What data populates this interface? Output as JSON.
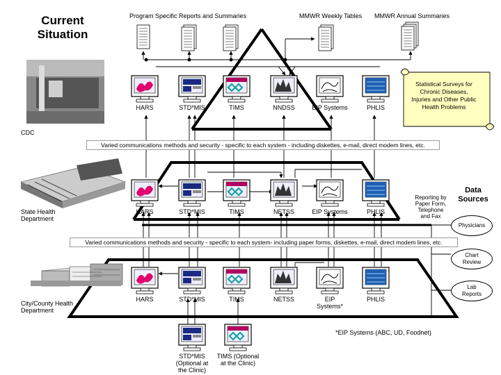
{
  "title": "Current\nSituation",
  "top_reports": {
    "program": "Program Specific Reports and Summaries",
    "weekly": "MMWR Weekly Tables",
    "annual": "MMWR Annual Summaries"
  },
  "levels": {
    "cdc": "CDC",
    "state": "State Health\nDepartment",
    "city": "City/County Health\nDepartment"
  },
  "cdc_systems": [
    "HARS",
    "STD*MIS",
    "TIMS",
    "NNDSS",
    "EIP Systems",
    "PHLIS"
  ],
  "state_systems": [
    "HARS",
    "STD*MIS",
    "TIMS",
    "NETSS",
    "EIP Systems",
    "PHLIS"
  ],
  "city_systems": [
    "HARS",
    "STD*MIS",
    "TIMS",
    "NETSS",
    "EIP\nSystems*",
    "PHLIS"
  ],
  "clinic_systems": [
    "STD*MIS\n(Optional at\nthe Clinic)",
    "TIMS (Optional\nat the Clinic)"
  ],
  "banners": {
    "top": "Varied communications methods and security - specific to each system - including diskettes, e-mail, direct modem lines, etc.",
    "bottom": "Varied communications methods and security - specific to each system- including paper forms, diskettes, e-mail, direct modem lines, etc."
  },
  "scroll": "Statistical Surveys for\nChronic Diseases,\nInjuries and Other Public\nHealth Problems",
  "data_sources": {
    "title": "Data\nSources",
    "reporting_note": "Reporting by\nPaper Form,\nTelephone\nand Fax",
    "items": [
      "Physicians",
      "Chart\nReview",
      "Lab\nReports"
    ]
  },
  "footnote": "*EIP Systems (ABC, UD, Foodnet)",
  "colors": {
    "hars": "#e0006e",
    "tims": "#17a2a6",
    "phlis": "#1f5fb0",
    "std": "#1a2a80"
  },
  "icons": [
    "document-icon",
    "monitor-icon",
    "building-icon",
    "scroll-icon"
  ]
}
